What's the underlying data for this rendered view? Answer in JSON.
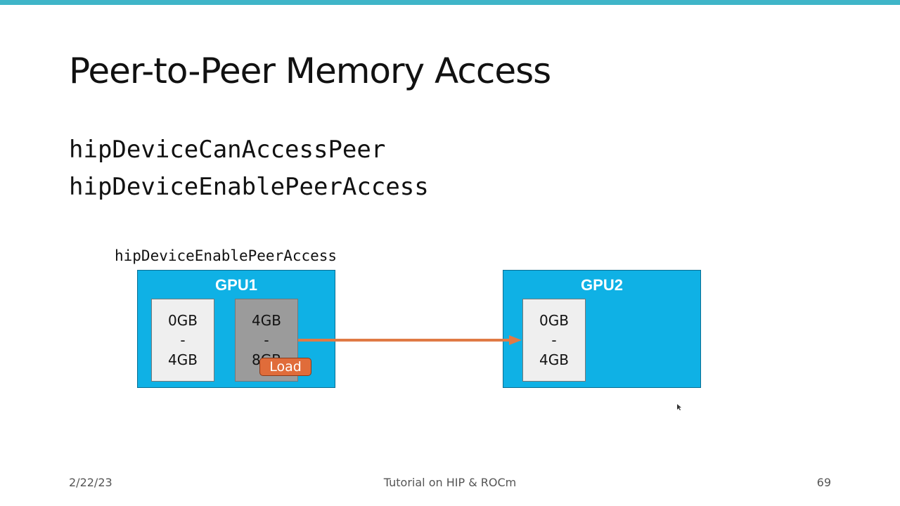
{
  "slide": {
    "title": "Peer-to-Peer Memory Access",
    "code_lines": [
      "hipDeviceCanAccessPeer",
      "hipDeviceEnablePeerAccess"
    ],
    "accent_color": "#3fb5c8"
  },
  "diagram": {
    "label": "hipDeviceEnablePeerAccess",
    "gpu_color": "#0fb1e5",
    "arrow_color": "#e07a45",
    "gpu1": {
      "title": "GPU1",
      "blocks": [
        {
          "top": "0GB",
          "mid": "-",
          "bottom": "4GB"
        },
        {
          "top": "4GB",
          "mid": "-",
          "bottom": "8GB"
        }
      ]
    },
    "gpu2": {
      "title": "GPU2",
      "blocks": [
        {
          "top": "0GB",
          "mid": "-",
          "bottom": "4GB"
        }
      ]
    },
    "load_label": "Load"
  },
  "footer": {
    "date": "2/22/23",
    "title": "Tutorial on HIP & ROCm",
    "page": "69"
  }
}
